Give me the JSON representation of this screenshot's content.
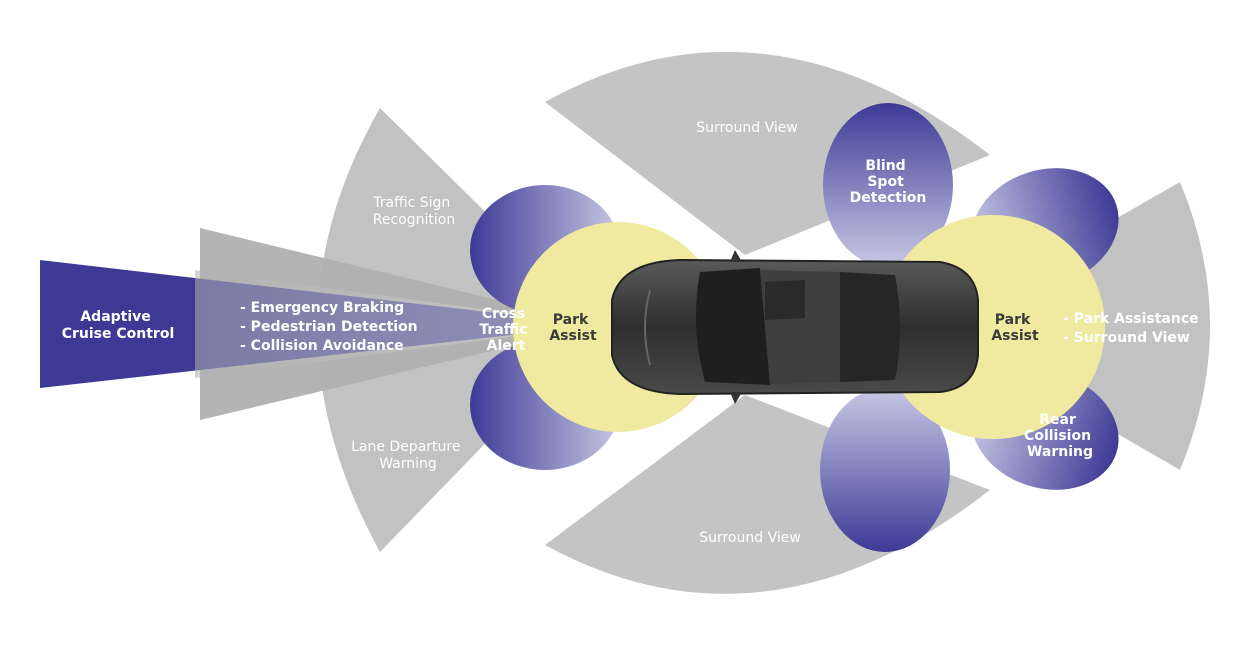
{
  "colors": {
    "sensor_gray": "#b5b5b5",
    "sensor_gray_light": "#c9c9c9",
    "radar_blue": "#3d3a96",
    "park_yellow": "#f0eaa0",
    "car_body": "#3b3b3b"
  },
  "zones": {
    "adaptive_cruise": [
      "Adaptive",
      "Cruise Control"
    ],
    "front_features": [
      "- Emergency Braking",
      "- Pedestrian Detection",
      "- Collision Avoidance"
    ],
    "traffic_sign": [
      "Traffic Sign",
      "Recognition"
    ],
    "lane_departure": [
      "Lane Departure",
      "Warning"
    ],
    "cross_traffic": [
      "Cross",
      "Traffic",
      "Alert"
    ],
    "park_assist_front": [
      "Park",
      "Assist"
    ],
    "surround_view_top": "Surround View",
    "surround_view_bottom": "Surround View",
    "blind_spot": [
      "Blind",
      "Spot",
      "Detection"
    ],
    "park_assist_rear": [
      "Park",
      "Assist"
    ],
    "rear_features": [
      "- Park Assistance",
      "- Surround View"
    ],
    "rear_collision": [
      "Rear",
      "Collision",
      "Warning"
    ]
  }
}
